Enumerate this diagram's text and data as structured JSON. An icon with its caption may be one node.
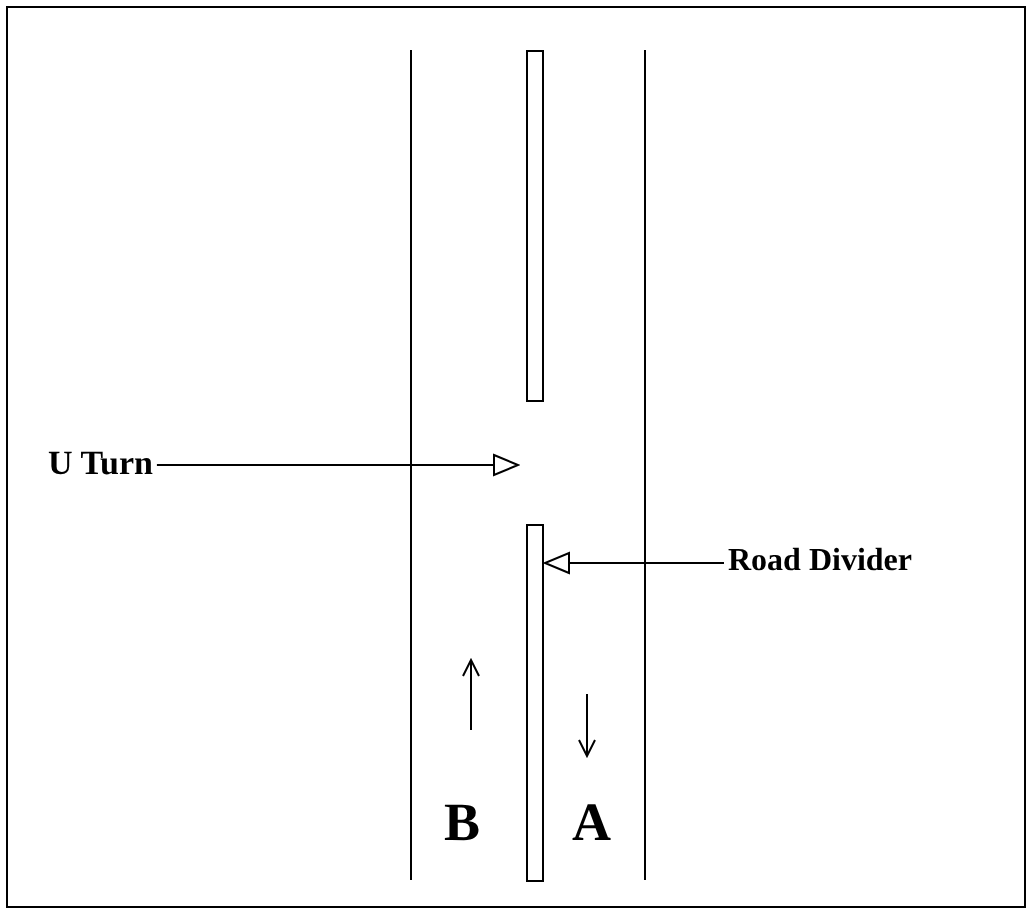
{
  "diagram": {
    "nodes": [
      {
        "text": [
          "U Turn"
        ]
      },
      {
        "text": [],
        "shape": "bar"
      },
      {
        "text": [],
        "shape": "bar"
      },
      {
        "text": [
          "Road Divider"
        ]
      }
    ],
    "edges": [
      {
        "from": 0,
        "to": null,
        "arrow": "to"
      },
      {
        "from": 3,
        "to": 2,
        "arrow": "to"
      }
    ],
    "labels": [
      "B",
      "A"
    ]
  }
}
